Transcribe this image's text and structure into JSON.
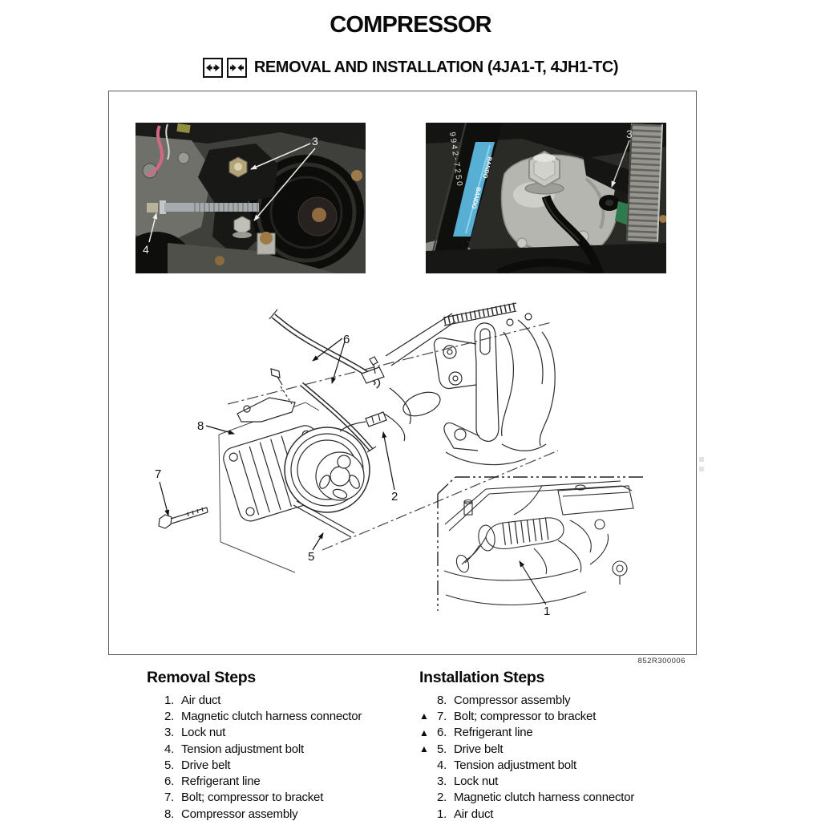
{
  "page": {
    "title": "COMPRESSOR",
    "subtitle": "REMOVAL AND INSTALLATION (4JA1-T, 4JH1-TC)",
    "figure_code": "852R300006"
  },
  "legend_icons": {
    "removal_icon": "arrows-outward-icon",
    "installation_icon": "arrows-inward-icon"
  },
  "figure": {
    "photos": {
      "left": {
        "callout_upper": "3",
        "callout_lower": "4"
      },
      "right": {
        "callout": "3",
        "belt_brand": "BANDO",
        "belt_part_number": "9942-7250"
      }
    },
    "diagram_callouts": {
      "c2": "2",
      "c5": "5",
      "c6": "6",
      "c7": "7",
      "c8": "8"
    },
    "inset_callout": "1"
  },
  "removal": {
    "heading": "Removal Steps",
    "items": [
      {
        "marker": "",
        "num": "1.",
        "text": "Air duct"
      },
      {
        "marker": "",
        "num": "2.",
        "text": "Magnetic clutch harness connector"
      },
      {
        "marker": "",
        "num": "3.",
        "text": "Lock nut"
      },
      {
        "marker": "",
        "num": "4.",
        "text": "Tension adjustment bolt"
      },
      {
        "marker": "",
        "num": "5.",
        "text": "Drive belt"
      },
      {
        "marker": "",
        "num": "6.",
        "text": "Refrigerant line"
      },
      {
        "marker": "",
        "num": "7.",
        "text": "Bolt; compressor to bracket"
      },
      {
        "marker": "",
        "num": "8.",
        "text": "Compressor assembly"
      }
    ]
  },
  "installation": {
    "heading": "Installation Steps",
    "items": [
      {
        "marker": "",
        "num": "8.",
        "text": "Compressor assembly"
      },
      {
        "marker": "▲",
        "num": "7.",
        "text": "Bolt; compressor to bracket"
      },
      {
        "marker": "▲",
        "num": "6.",
        "text": "Refrigerant line"
      },
      {
        "marker": "▲",
        "num": "5.",
        "text": "Drive belt"
      },
      {
        "marker": "",
        "num": "4.",
        "text": "Tension adjustment bolt"
      },
      {
        "marker": "",
        "num": "3.",
        "text": "Lock nut"
      },
      {
        "marker": "",
        "num": "2.",
        "text": "Magnetic clutch harness connector"
      },
      {
        "marker": "",
        "num": "1.",
        "text": "Air duct"
      }
    ]
  },
  "colors": {
    "text": "#0a0a0a",
    "background": "#ffffff",
    "belt_label_blue": "#57b0d4",
    "wire_pink": "#d06a82",
    "part_green": "#2e7c4e"
  }
}
